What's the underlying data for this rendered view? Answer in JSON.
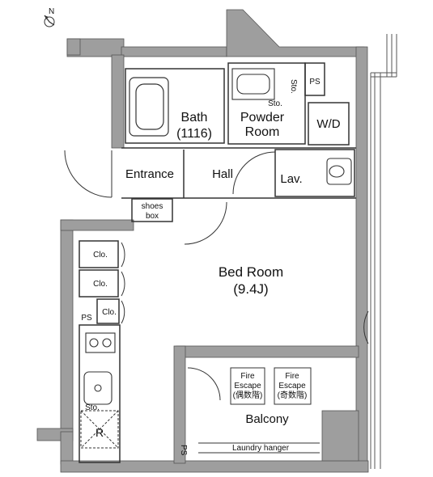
{
  "compass": {
    "label": "N",
    "icon": "compass-north-icon"
  },
  "rooms": {
    "bath": {
      "name": "Bath",
      "size": "(1116)"
    },
    "powder_room": {
      "line1": "Powder",
      "line2": "Room"
    },
    "wd": "W/D",
    "entrance": "Entrance",
    "hall": "Hall",
    "lav": "Lav.",
    "shoes_box": {
      "line1": "shoes",
      "line2": "box"
    },
    "bed_room": {
      "name": "Bed Room",
      "size": "(9.4J)"
    },
    "balcony": "Balcony"
  },
  "closets": [
    "Clo.",
    "Clo.",
    "Clo."
  ],
  "utility": {
    "ps_top": "PS",
    "sto_top_vertical": "Sto.",
    "sto_top": "Sto.",
    "ps_left": "PS",
    "sto_kitchen": "Sto.",
    "refrigerator": "R",
    "ps_bottom": "PS"
  },
  "fire_escapes": [
    {
      "line1": "Fire",
      "line2": "Escape",
      "line3": "(偶数階)"
    },
    {
      "line1": "Fire",
      "line2": "Escape",
      "line3": "(奇数階)"
    }
  ],
  "laundry_hanger": "Laundry hanger",
  "colors": {
    "wall": "#9e9e9e",
    "line": "#333333",
    "background": "#ffffff"
  }
}
